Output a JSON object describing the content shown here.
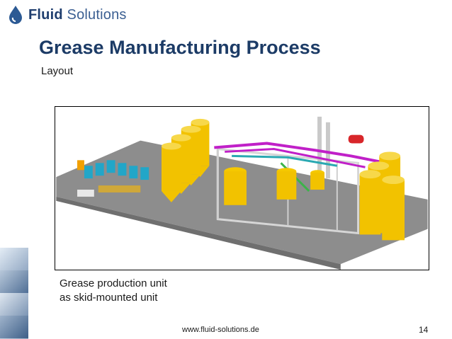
{
  "header": {
    "logo_bold": "Fluid",
    "logo_light": "Solutions",
    "logo_icon": "drop-logo-icon"
  },
  "slide": {
    "title": "Grease Manufacturing Process",
    "subtitle": "Layout",
    "caption_line1": "Grease production unit",
    "caption_line2": "as skid-mounted unit",
    "figure": "plant-3d-layout-image"
  },
  "footer": {
    "url": "www.fluid-solutions.de",
    "page": "14"
  },
  "colors": {
    "title": "#1c3b66",
    "logo": "#1f3e6e",
    "tank_yellow": "#f2c200",
    "platform_gray": "#8a8a8a",
    "pipe_magenta": "#c020c8",
    "tank_cyan": "#22a6c8"
  }
}
